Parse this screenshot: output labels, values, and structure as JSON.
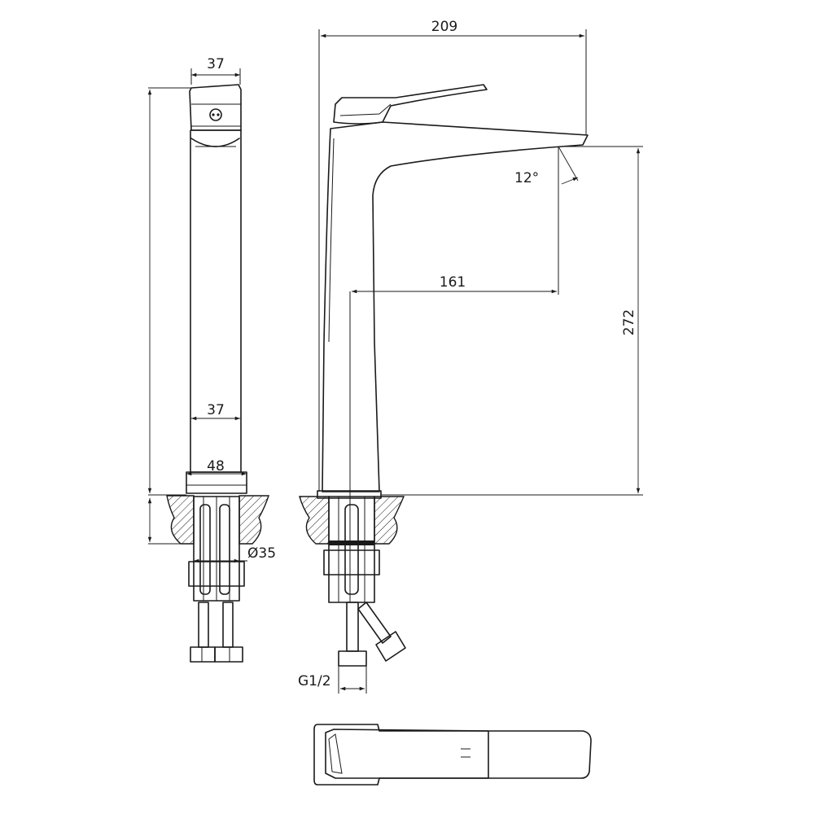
{
  "dimensions": {
    "side_top_width": "37",
    "side_body_width": "37",
    "side_base_width": "48",
    "side_hole_diameter": "Ø35",
    "overall_length": "209",
    "spout_reach": "161",
    "spout_height": "272",
    "spout_angle": "12°",
    "thread_size": "G1/2"
  },
  "icons": {
    "arrowheads": "dimension-arrow-icon",
    "hatching": "section-hatch-icon"
  },
  "colors": {
    "line": "#1a1a1a",
    "background": "#ffffff"
  }
}
